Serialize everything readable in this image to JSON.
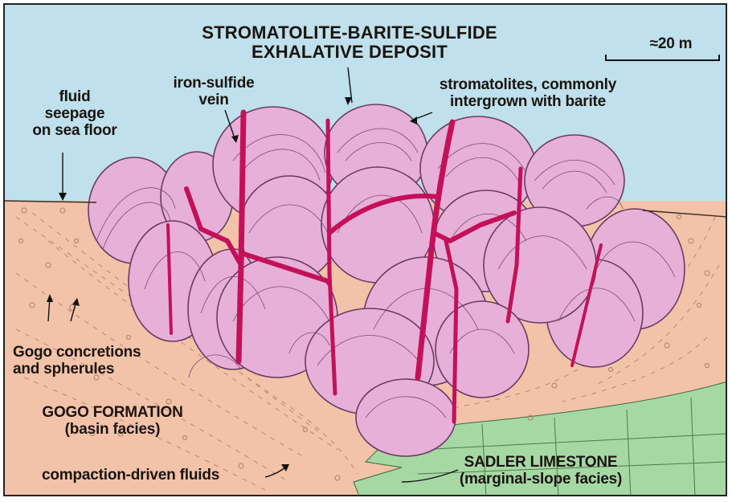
{
  "title": {
    "line1": "STROMATOLITE-BARITE-SULFIDE",
    "line2": "EXHALATIVE DEPOSIT"
  },
  "scale_bar": {
    "label": "≈20 m"
  },
  "labels": {
    "iron_sulfide_vein": {
      "line1": "iron-sulfide",
      "line2": "vein"
    },
    "stromatolites": {
      "line1": "stromatolites, commonly",
      "line2": "intergrown with barite"
    },
    "fluid_seepage": {
      "line1": "fluid",
      "line2": "seepage",
      "line3": "on sea floor"
    },
    "gogo_concretions": {
      "line1": "Gogo concretions",
      "line2": "and spherules"
    },
    "gogo_formation": {
      "line1": "GOGO FORMATION",
      "line2": "(basin facies)"
    },
    "compaction_fluids": "compaction-driven fluids",
    "sadler_limestone": {
      "line1": "SADLER LIMESTONE",
      "line2": "(marginal-slope facies)"
    }
  },
  "colors": {
    "sea": "#bfe0ec",
    "sediment": "#f2c3a8",
    "limestone": "#a6d8a4",
    "stromatolite": "#e7b0d8",
    "vein": "#c4105a",
    "frame": "#222222"
  }
}
